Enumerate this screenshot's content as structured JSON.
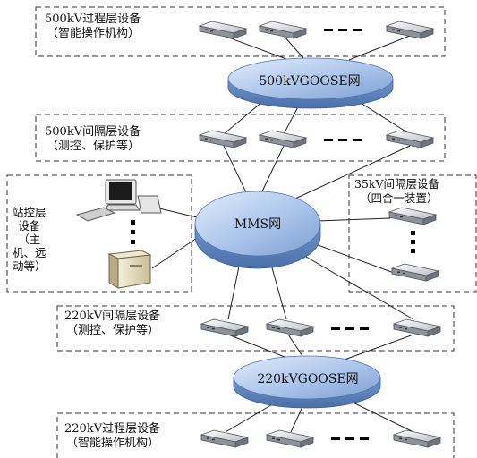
{
  "groups": {
    "p500": {
      "title": "500kV过程层设备",
      "sub": "（智能操作机构）"
    },
    "b500": {
      "title": "500kV间隔层设备",
      "sub": "（测控、保护等）"
    },
    "station": {
      "lines": [
        "站控层",
        "设备",
        "（主",
        "机、远",
        "动等）"
      ]
    },
    "b35": {
      "title": "35kV间隔层设备",
      "sub": "（四合一装置）"
    },
    "b220": {
      "title": "220kV间隔层设备",
      "sub": "（测控、保护等）"
    },
    "p220": {
      "title": "220kV过程层设备",
      "sub": "（智能操作机构）"
    }
  },
  "networks": {
    "goose500": "500kVGOOSE网",
    "mms": "MMS网",
    "goose220": "220kVGOOSE网"
  },
  "ellipsis": "···",
  "colors": {
    "disk_top": "#aec8ec",
    "disk_side": "#5d84c0",
    "device_body": "#d4d8de",
    "line": "#222222"
  }
}
